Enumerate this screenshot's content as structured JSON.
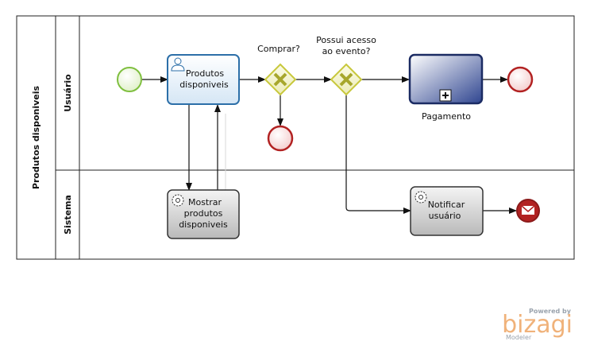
{
  "pool": {
    "label": "Produtos disponiveis"
  },
  "lanes": [
    {
      "label": "Usuário"
    },
    {
      "label": "Sistema"
    }
  ],
  "tasks": {
    "produtos": [
      "Produtos",
      "disponiveis"
    ],
    "mostrar": [
      "Mostrar",
      "produtos",
      "disponiveis"
    ],
    "notificar": [
      "Notificar",
      "usuário"
    ],
    "pagamento": [
      "Pagamento"
    ]
  },
  "gateways": {
    "comprar": [
      "Comprar?"
    ],
    "acesso": [
      "Possui acesso",
      "ao evento?"
    ]
  },
  "branding": {
    "powered": "Powered by",
    "word": "bizagi",
    "product": "Modeler"
  },
  "colors": {
    "start_event": "#7fbf3f",
    "end_event": "#b22222",
    "gateway": "#c8c83c",
    "user_task_border": "#2c6fa8",
    "subprocess_border": "#1b2b63",
    "brand": "#f0b27a"
  }
}
